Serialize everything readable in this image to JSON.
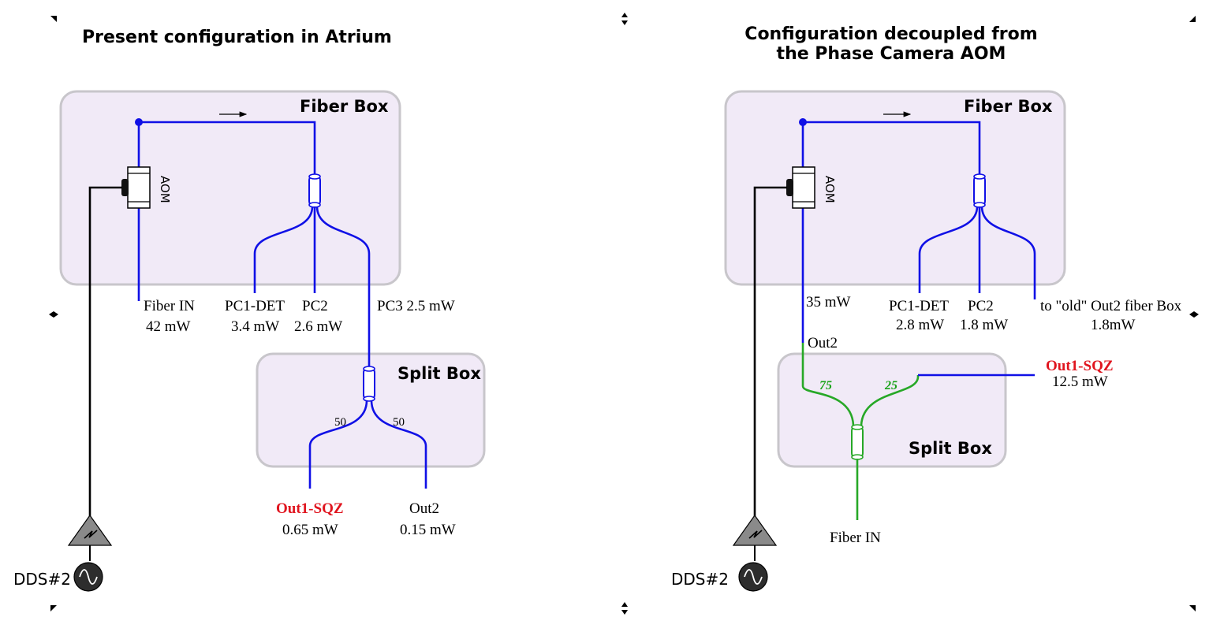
{
  "left": {
    "title": "Present configuration in Atrium",
    "fiber_box": "Fiber Box",
    "split_box": "Split Box",
    "aom": "AOM",
    "fiber_in": "Fiber IN",
    "fiber_in_power": "42 mW",
    "pc1": "PC1-DET",
    "pc1_power": "3.4 mW",
    "pc2": "PC2",
    "pc2_power": "2.6 mW",
    "pc3": "PC3  2.5 mW",
    "split_ratio_left": "50",
    "split_ratio_right": "50",
    "out1": "Out1-SQZ",
    "out1_power": "0.65 mW",
    "out2": "Out2",
    "out2_power": "0.15 mW",
    "dds": "DDS#2"
  },
  "right": {
    "title_line1": "Configuration decoupled from",
    "title_line2": "the Phase  Camera  AOM",
    "fiber_box": "Fiber Box",
    "split_box": "Split Box",
    "aom": "AOM",
    "aom_out_power": "35 mW",
    "out2": "Out2",
    "pc1": "PC1-DET",
    "pc1_power": "2.8 mW",
    "pc2": "PC2",
    "pc2_power": "1.8 mW",
    "old_out2": "to \"old\" Out2 fiber Box",
    "old_out2_power": "1.8mW",
    "split_ratio_left": "75",
    "split_ratio_right": "25",
    "out1": "Out1-SQZ",
    "out1_power": "12.5 mW",
    "fiber_in": "Fiber IN",
    "dds": "DDS#2"
  },
  "colors": {
    "fiber_blue": "#1010e6",
    "fiber_green": "#27a827",
    "highlight_red": "#e0141e",
    "box_fill": "#f1eaf7"
  }
}
